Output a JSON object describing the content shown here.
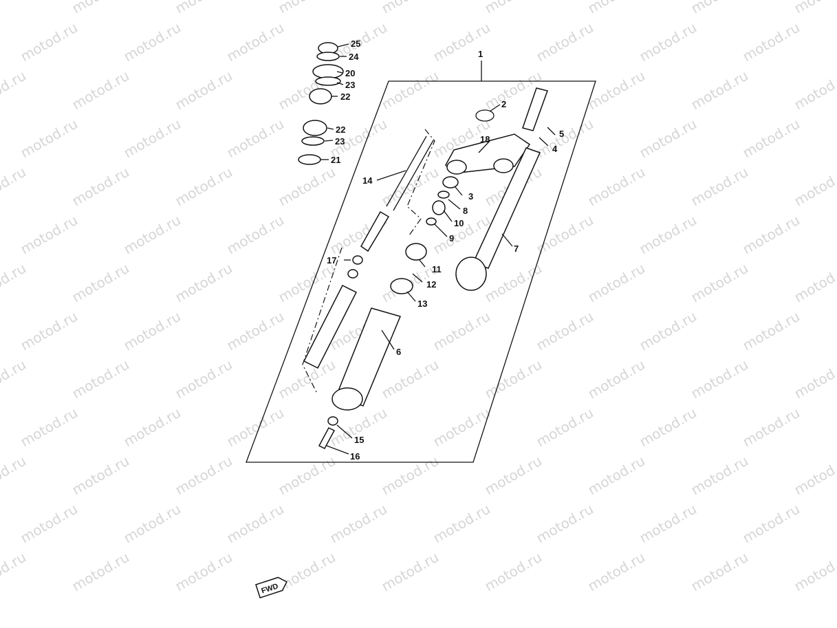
{
  "diagram": {
    "watermark_text": "motod.ru",
    "part_labels": [
      "1",
      "2",
      "3",
      "4",
      "5",
      "6",
      "7",
      "8",
      "9",
      "10",
      "11",
      "12",
      "13",
      "14",
      "15",
      "16",
      "17",
      "18",
      "20",
      "21",
      "22",
      "22",
      "23",
      "23",
      "24",
      "25"
    ],
    "badge_text": "FWD"
  }
}
